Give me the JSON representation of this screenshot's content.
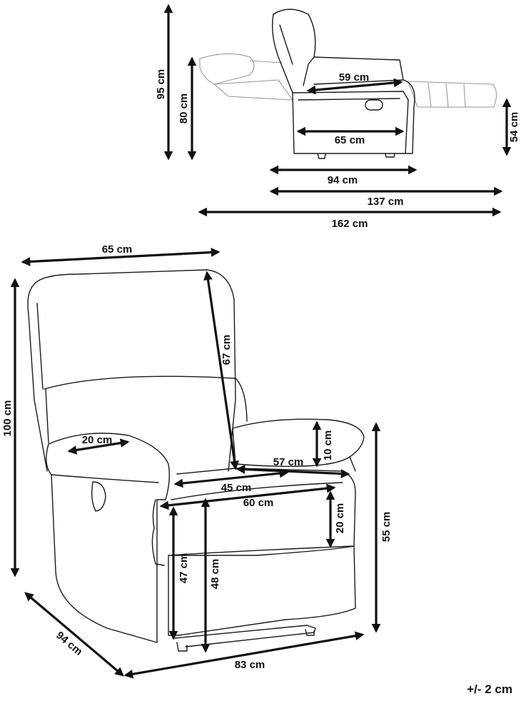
{
  "side_view": {
    "labels": {
      "height_total": "95 cm",
      "height_back": "80 cm",
      "seat_depth": "59 cm",
      "base_depth": "65 cm",
      "footrest_height": "54 cm",
      "depth_upright": "94 cm",
      "depth_partly_reclined": "137 cm",
      "depth_fully_reclined": "162 cm"
    }
  },
  "front_view": {
    "labels": {
      "total_width": "65 cm",
      "total_height": "100 cm",
      "backrest_height": "67 cm",
      "armrest_width": "20 cm",
      "armrest_height": "10 cm",
      "seat_depth": "57 cm",
      "seat_width_front": "45 cm",
      "seat_width": "60 cm",
      "cushion_thickness": "20 cm",
      "seat_height_front": "47 cm",
      "seat_height": "48 cm",
      "armrest_floor_height": "55 cm",
      "depth": "94 cm",
      "width": "83 cm"
    }
  },
  "tolerance": "+/- 2 cm"
}
